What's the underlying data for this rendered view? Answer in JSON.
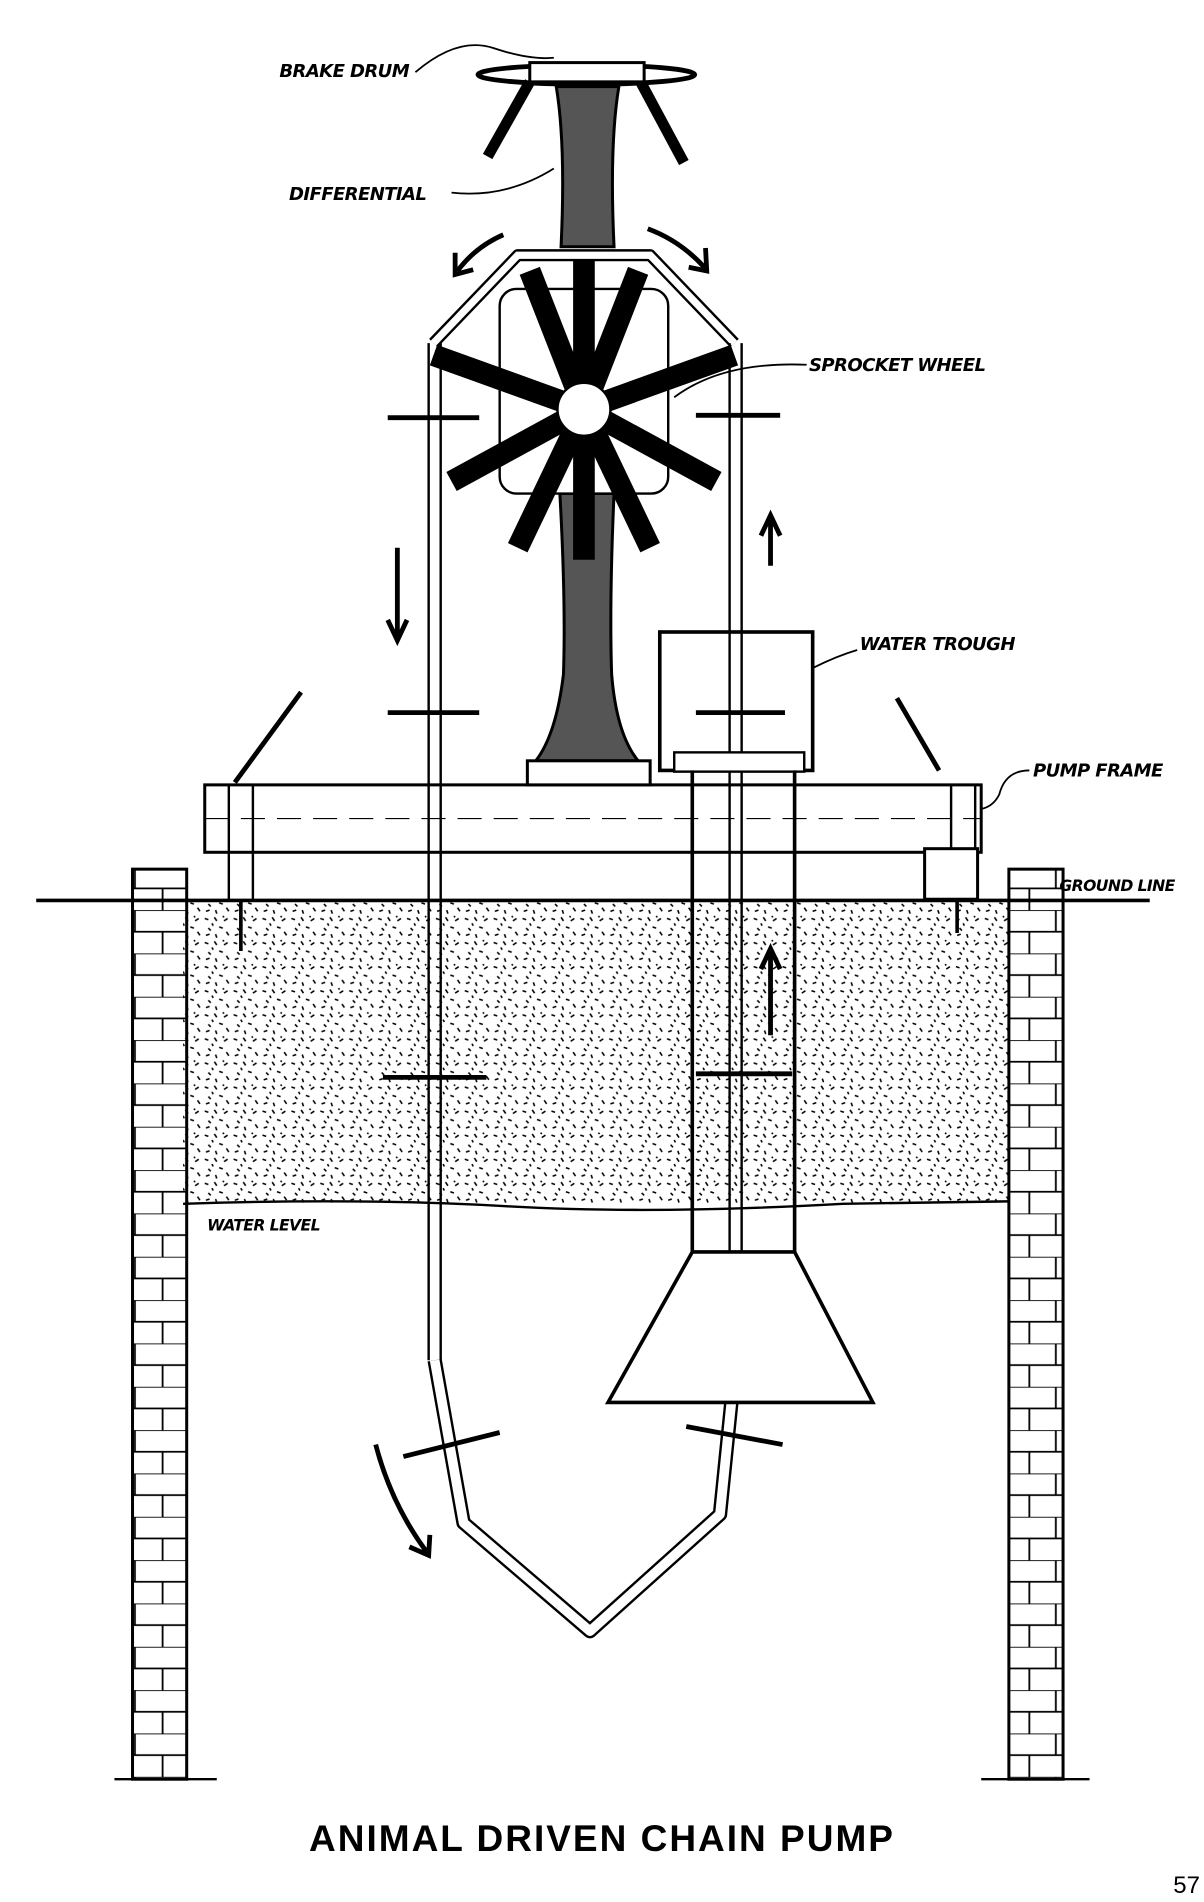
{
  "labels": {
    "brake_drum": "BRAKE DRUM",
    "differential": "DIFFERENTIAL",
    "sprocket_wheel": "SPROCKET WHEEL",
    "water_trough": "WATER TROUGH",
    "pump_frame": "PUMP FRAME",
    "ground_line": "GROUND LINE",
    "water_level": "WATER LEVEL"
  },
  "title": "ANIMAL DRIVEN CHAIN PUMP",
  "page_number": "57"
}
